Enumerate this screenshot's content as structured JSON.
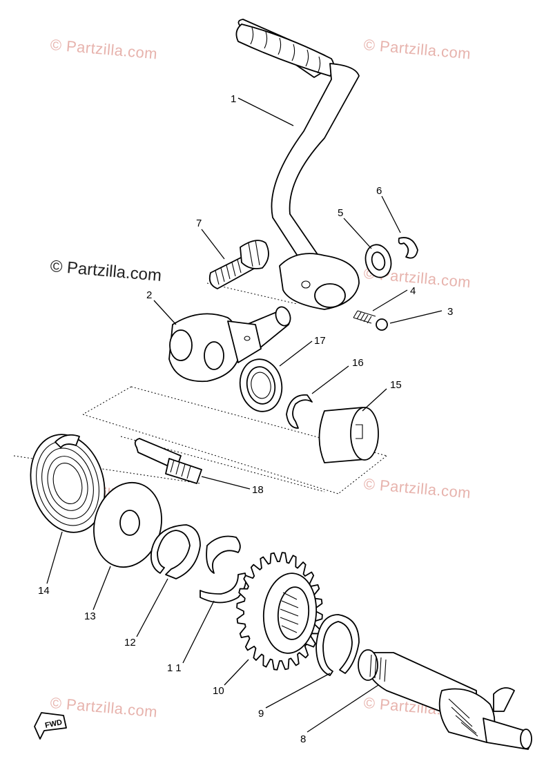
{
  "watermarks": {
    "text": "© Partzilla.com",
    "color": "#e7b3ad",
    "dark_text": "© Partzilla.com"
  },
  "callouts": {
    "p1": "1",
    "p2": "2",
    "p3": "3",
    "p4": "4",
    "p5": "5",
    "p6": "6",
    "p7": "7",
    "p8": "8",
    "p9": "9",
    "p10": "10",
    "p11": "11",
    "p12": "12",
    "p13": "13",
    "p14": "14",
    "p15": "15",
    "p16": "16",
    "p17": "17",
    "p18": "18"
  },
  "fwd_label": "FWD"
}
